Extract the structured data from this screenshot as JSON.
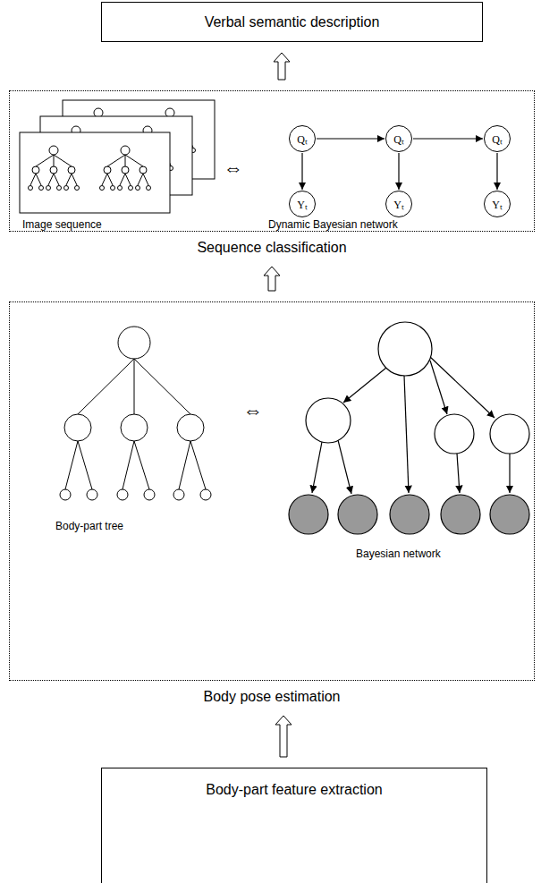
{
  "diagram": {
    "nodes": [
      {
        "text": [
          "Verbal semantic description"
        ]
      },
      {
        "text": [
          "Sequence classification"
        ]
      },
      {
        "text": [
          "Qₜ"
        ],
        "in": 1
      },
      {
        "text": [
          "Qₜ"
        ],
        "in": 1
      },
      {
        "text": [
          "Qₜ"
        ],
        "in": 1
      },
      {
        "text": [
          "Yₜ"
        ],
        "in": 1
      },
      {
        "text": [
          "Yₜ"
        ],
        "in": 1
      },
      {
        "text": [
          "Yₜ"
        ],
        "in": 1
      },
      {
        "text": [
          "Body pose estimation"
        ]
      },
      {
        "text": [
          "Body-part feature extraction"
        ]
      }
    ],
    "edges": [
      {
        "from": 9,
        "to": 8,
        "arrow": "to"
      },
      {
        "from": 8,
        "to": 1,
        "arrow": "to"
      },
      {
        "from": 1,
        "to": 0,
        "arrow": "to"
      },
      {
        "from": 2,
        "to": 3,
        "arrow": "to"
      },
      {
        "from": 3,
        "to": 4,
        "arrow": "to"
      },
      {
        "from": 2,
        "to": 5,
        "arrow": "to"
      },
      {
        "from": 3,
        "to": 6,
        "arrow": "to"
      },
      {
        "from": 4,
        "to": 7,
        "arrow": "to"
      }
    ],
    "labels": [
      "Image sequence",
      "⇔",
      "Dynamic Bayesian network",
      "Body-part tree",
      "⇔",
      "Bayesian network"
    ]
  }
}
